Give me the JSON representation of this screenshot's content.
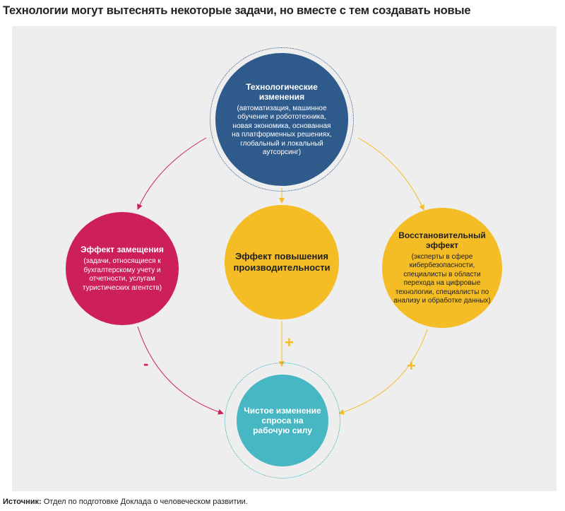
{
  "title": "Технологии могут вытеснять некоторые задачи, но вместе с тем создавать новые",
  "nodes": {
    "tech": {
      "heading": "Технологические изменения",
      "desc": "(автоматизация, машинное обучение и робототехника, новая экономика, основанная на платформенных решениях, глобальный и локальный аутсорсинг)"
    },
    "substitution": {
      "heading": "Эффект замещения",
      "desc": "(задачи, относящиеся к бухгалтерскому учету и отчетности, услугам туристических агентств)"
    },
    "productivity": {
      "heading": "Эффект повышения производительности"
    },
    "restoration": {
      "heading": "Восстановительный эффект",
      "desc": "(эксперты в сфере кибербезопасности, специалисты в области перехода на цифровые технологии, специалисты по анализу и обработке данных)"
    },
    "net": {
      "heading": "Чистое изменение спроса на рабочую силу"
    }
  },
  "signs": {
    "substitution": "-",
    "productivity": "+",
    "restoration": "+"
  },
  "colors": {
    "tech": "#2f5b8c",
    "substitution": "#cc1f5b",
    "effect": "#f4bc25",
    "net": "#47b7c4",
    "panel": "#eeeeee"
  },
  "source": {
    "label": "Источник:",
    "text": " Отдел по подготовке Доклада о человеческом развитии."
  }
}
